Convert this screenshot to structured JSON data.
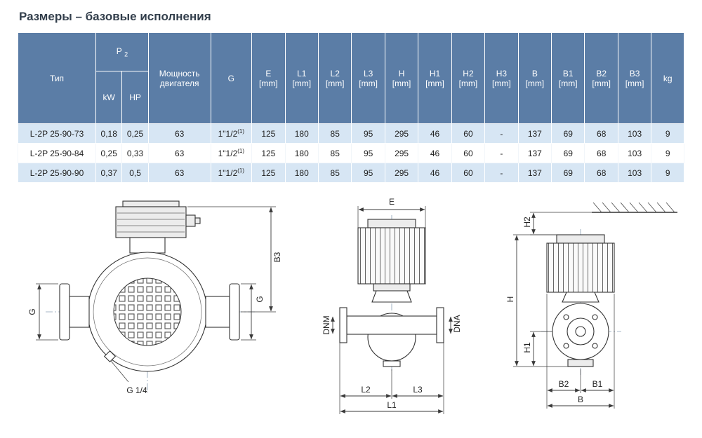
{
  "title": "Размеры – базовые исполнения",
  "table": {
    "header": {
      "type_col": "Тип",
      "p2_main": "P",
      "p2_sub": "2",
      "kw": "kW",
      "hp": "HP",
      "motor_power_line1": "Мощность",
      "motor_power_line2": "двигателя",
      "g": "G",
      "unit": "[mm]",
      "dims": [
        "E",
        "L1",
        "L2",
        "L3",
        "H",
        "H1",
        "H2",
        "H3",
        "B",
        "B1",
        "B2",
        "B3"
      ],
      "kg": "kg"
    },
    "g_note": "(1)",
    "rows": [
      {
        "type": "L-2P 25-90-73",
        "kw": "0,18",
        "hp": "0,25",
        "power": "63",
        "g": "1\"1/2",
        "e": "125",
        "l1": "180",
        "l2": "85",
        "l3": "95",
        "h": "295",
        "h1": "46",
        "h2": "60",
        "h3": "-",
        "b": "137",
        "b1": "69",
        "b2": "68",
        "b3": "103",
        "kg": "9"
      },
      {
        "type": "L-2P 25-90-84",
        "kw": "0,25",
        "hp": "0,33",
        "power": "63",
        "g": "1\"1/2",
        "e": "125",
        "l1": "180",
        "l2": "85",
        "l3": "95",
        "h": "295",
        "h1": "46",
        "h2": "60",
        "h3": "-",
        "b": "137",
        "b1": "69",
        "b2": "68",
        "b3": "103",
        "kg": "9"
      },
      {
        "type": "L-2P 25-90-90",
        "kw": "0,37",
        "hp": "0,5",
        "power": "63",
        "g": "1\"1/2",
        "e": "125",
        "l1": "180",
        "l2": "85",
        "l3": "95",
        "h": "295",
        "h1": "46",
        "h2": "60",
        "h3": "-",
        "b": "137",
        "b1": "69",
        "b2": "68",
        "b3": "103",
        "kg": "9"
      }
    ]
  },
  "drawings": {
    "front": {
      "g_left": "G",
      "g_right": "G",
      "b3": "B3",
      "drain": "G 1/4"
    },
    "side": {
      "e": "E",
      "dnm": "DNM",
      "dna": "DNA",
      "l2": "L2",
      "l3": "L3",
      "l1": "L1"
    },
    "installed": {
      "h2": "H2",
      "h": "H",
      "h1": "H1",
      "b2": "B2",
      "b1": "B1",
      "b": "B"
    }
  },
  "colors": {
    "header_bg": "#5b7da6",
    "row_alt_bg": "#d7e6f4",
    "title": "#333f4c"
  }
}
